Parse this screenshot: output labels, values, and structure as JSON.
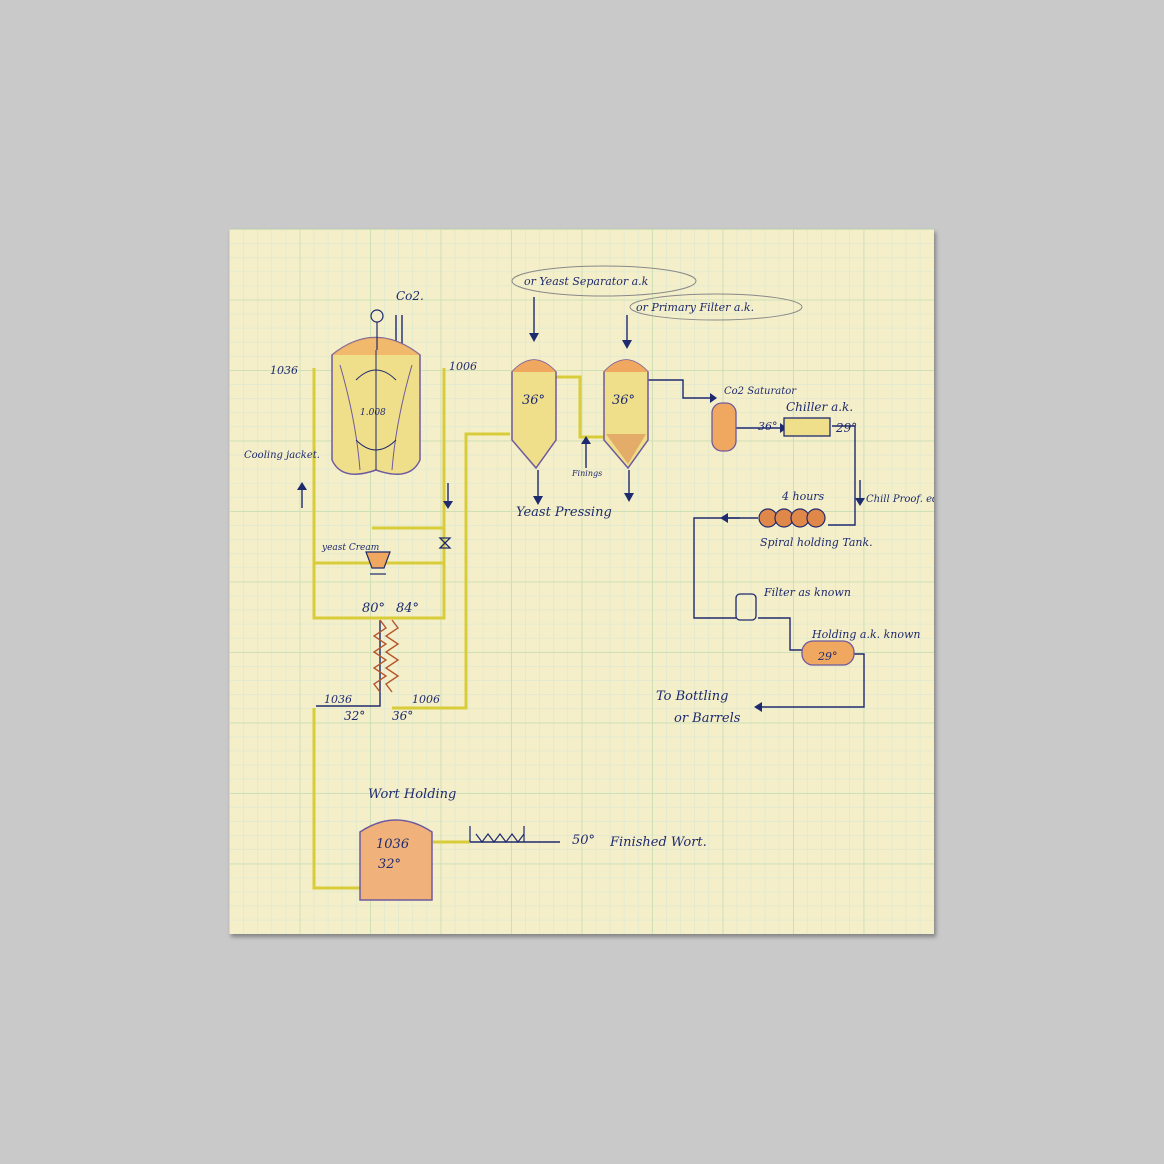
{
  "colors": {
    "background": "#c9c9c9",
    "paper": "#f5efc9",
    "grid": "#cfe0b6",
    "ink": "#1e2a6e",
    "pipe": "#d9cc3a",
    "tank_fill": "#f0d98a",
    "tank_top": "#f0a860"
  },
  "labels": {
    "co2_top": "Co2.",
    "fermenter_left_gravity": "1036",
    "fermenter_right_gravity": "1006",
    "fermenter_inner": "1.008",
    "cooling_jacket": "Cooling jacket.",
    "yeast_cream": "yeast Cream",
    "fermenter_temp_in": "80°",
    "fermenter_temp_out": "84°",
    "exchanger_left_gravity": "1036",
    "exchanger_right_gravity": "1006",
    "exchanger_temp_in": "32°",
    "exchanger_temp_out": "36°",
    "yeast_separator_note": "or Yeast Separator a.k",
    "primary_filter_note": "or Primary Filter a.k.",
    "tank1_temp": "36°",
    "tank2_temp": "36°",
    "finings": "Finings",
    "yeast_pressing": "Yeast Pressing",
    "co2_saturator": "Co2 Saturator",
    "chiller": "Chiller a.k.",
    "chiller_temp_in": "36°",
    "chiller_temp_out": "29°",
    "chill_proof": "Chill Proof. ed.",
    "hours": "4 hours",
    "spiral_tank": "Spiral holding Tank.",
    "filter": "Filter as known",
    "holding": "Holding a.k. known",
    "holding_temp": "29°",
    "to_bottling": "To Bottling",
    "or_barrels": "or Barrels",
    "wort_holding": "Wort Holding",
    "wort_gravity": "1036",
    "wort_temp": "32°",
    "finished_temp": "50°",
    "finished_wort": "Finished Wort."
  }
}
